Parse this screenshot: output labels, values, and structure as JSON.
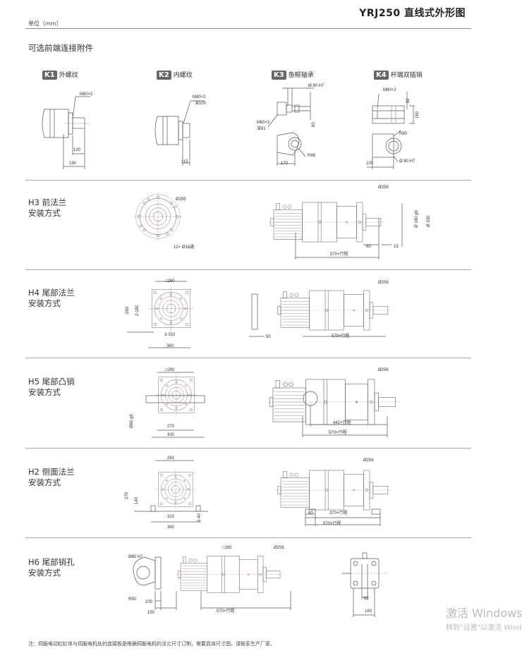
{
  "header": {
    "title": "YRJ250 直线式外形图",
    "unit": "单位（mm）"
  },
  "accessories": {
    "title": "可选前端连接附件",
    "items": [
      {
        "code": "K1",
        "label": "外螺纹",
        "dims": {
          "thread": "M80×2",
          "a": "120",
          "b": "190"
        }
      },
      {
        "code": "K2",
        "label": "内螺纹",
        "dims": {
          "thread": "M80×2",
          "depth": "深100",
          "a": "115"
        }
      },
      {
        "code": "K3",
        "label": "鱼眼轴承",
        "dims": {
          "bore": "Ø 80 H7",
          "thread": "M80×2",
          "depth": "深81",
          "h": "60",
          "r": "R88",
          "a": "170"
        }
      },
      {
        "code": "K4",
        "label": "杆端双插销",
        "dims": {
          "thread": "M80×2",
          "a": "82",
          "b": "160",
          "r": "R80",
          "bore": "Ø 80 H7",
          "c": "100"
        }
      }
    ]
  },
  "sections": [
    {
      "code": "H3",
      "name": "前法兰",
      "sub": "安装方式",
      "dims": {
        "pcd": "Ø295",
        "holes": "12× Ø18通",
        "d256": "Ø256",
        "g6": "Ø 180 g6",
        "d330": "Ø 330",
        "a": "60",
        "b": "15",
        "len": "570+行程"
      }
    },
    {
      "code": "H4",
      "name": "尾部法兰",
      "sub": "安装方式",
      "dims": {
        "sq": "□260",
        "h": "260",
        "h2": "2-180",
        "w1": "3-310",
        "w2": "360",
        "d256": "Ø256",
        "a": "50",
        "len": "570+行程"
      }
    },
    {
      "code": "H5",
      "name": "尾部凸销",
      "sub": "安装方式",
      "dims": {
        "sq": "□260",
        "pin": "Ø80 g6",
        "w1": "270",
        "w2": "430",
        "d256": "Ø256",
        "len1": "442+行程",
        "len": "570+行程"
      }
    },
    {
      "code": "H2",
      "name": "侧面法兰",
      "sub": "安装方式",
      "dims": {
        "sq": "260",
        "h": "270",
        "h2": "140",
        "w1": "310",
        "w2": "360",
        "hole": "2-40",
        "d256": "Ø256",
        "a": "80",
        "len1": "370+行程",
        "len": "570+行程"
      }
    },
    {
      "code": "H6",
      "name": "尾部销孔",
      "sub": "安装方式",
      "dims": {
        "bore": "Ø80 H7",
        "r": "R80",
        "a": "100",
        "b": "150",
        "sq": "□260",
        "d256": "Ø256",
        "len": "570+行程",
        "c": "82",
        "d": "160"
      }
    }
  ],
  "footer": {
    "note": "注：伺服电动缸缸体与伺服电机处的连接板是根据伺服电机的法兰尺寸订制，需要具体尺寸图，请联系生产厂家。"
  },
  "watermark": {
    "line1": "激活 Windows",
    "line2": "转到\"设置\"以激活 Windows。"
  }
}
